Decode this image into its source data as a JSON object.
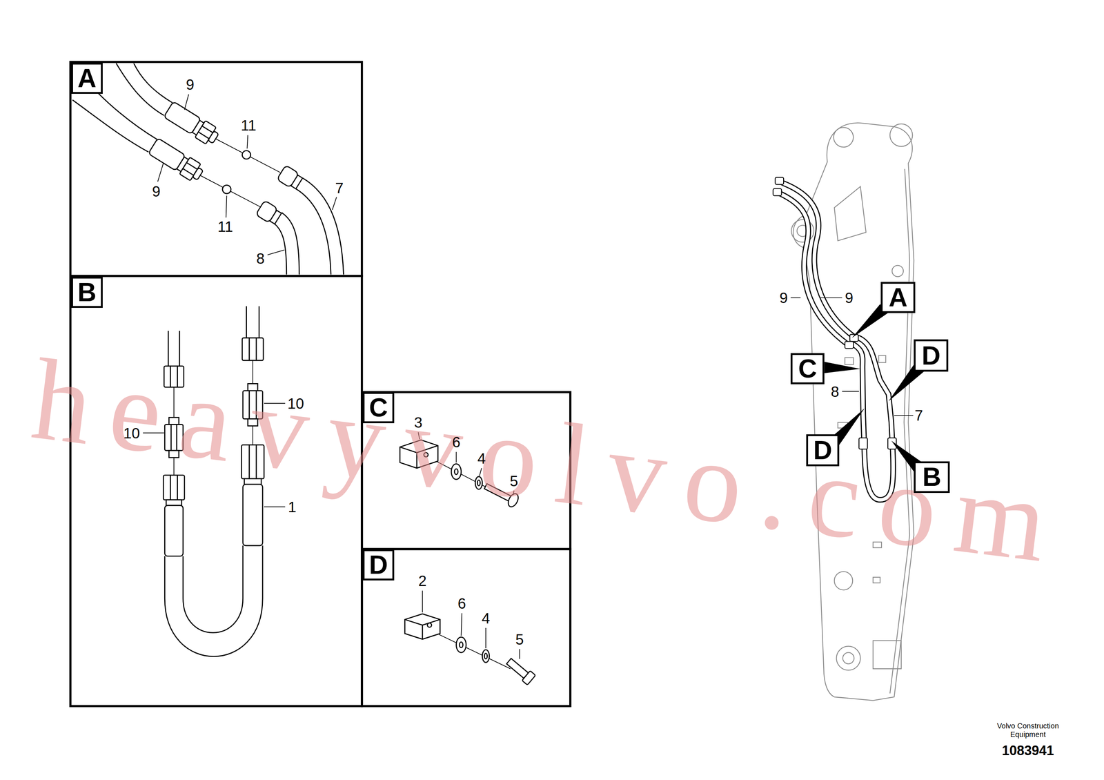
{
  "diagram": {
    "nodes": [
      {
        "text": [
          "A"
        ]
      },
      {
        "text": [
          "B"
        ]
      },
      {
        "text": [
          "C"
        ]
      },
      {
        "text": [
          "D"
        ]
      },
      {
        "text": [
          "A"
        ]
      },
      {
        "text": [
          "D"
        ]
      },
      {
        "text": [
          "C"
        ]
      },
      {
        "text": [
          "D"
        ]
      },
      {
        "text": [
          "B"
        ]
      }
    ],
    "labels": [
      "9",
      "9",
      "11",
      "11",
      "7",
      "8",
      "10",
      "10",
      "1",
      "3",
      "6",
      "4",
      "5",
      "2",
      "6",
      "4",
      "5",
      "9",
      "9",
      "8",
      "7",
      "heavyvolvo.com",
      "Volvo Construction Equipment",
      "1083941"
    ]
  }
}
